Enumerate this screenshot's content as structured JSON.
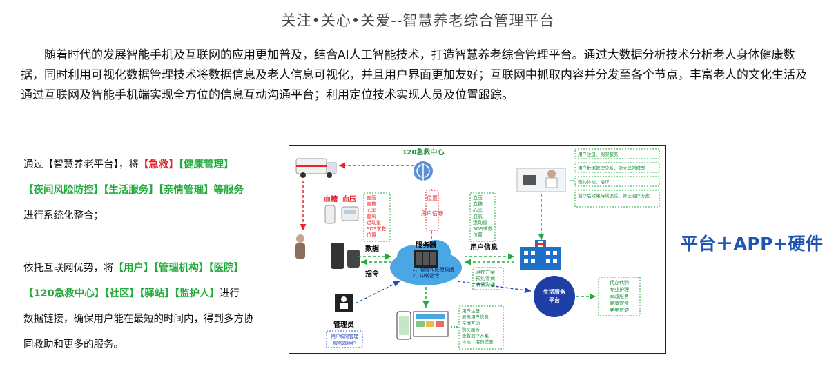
{
  "title": "关注•关心•关爱--智慧养老综合管理平台",
  "intro": "随着时代的发展智能手机及互联网的应用更加普及，结合AI人工智能技术，打造智慧养老综合管理平台。通过大数据分析技术分析老人身体健康数据，同时利用可视化数据管理技术将数据信息及老人信息可视化，并且用户界面更加友好；互联网中抓取内容并分发至各个节点，丰富老人的文化生活及通过互联网及智能手机端实现全方位的信息互动沟通平台；利用定位技术实现人员及位置跟踪。",
  "left_a": {
    "t1": "通过【智慧养老平台】，将",
    "r1": "【急救】",
    "g1": "【健康管理】",
    "g2": "【夜间风险防控】【生活服务】【亲情管理】等服务",
    "t2": "进行系统化整合；"
  },
  "left_b": {
    "t1": "依托互联网优势，将",
    "g1": "【用户】【管理机构】【医院】",
    "g2": "【120急救中心】【社区】【驿站】【监护人】",
    "t2": "进行",
    "t3": "数据链接，确保用户能在最短的时间内，得到多方协",
    "t4": "同救助和更多的服务。"
  },
  "slogan": "平台＋APP+硬件",
  "diagram": {
    "center120": "120急救中心",
    "blood_sugar": "血糖",
    "blood_pressure": "血压",
    "device_list": [
      "血压",
      "血糖",
      "心率",
      "血氧",
      "运动量",
      "SOS求救",
      "位置"
    ],
    "position_box": [
      "位置",
      "用户信息"
    ],
    "hospital_list": [
      "血压",
      "血糖",
      "心率",
      "血氧",
      "运动量",
      "SOS求救",
      "位置"
    ],
    "doctor_items": [
      "用户注册、购买服务",
      "用户数据管理分析，建立异常模型",
      "预约体检、治疗",
      "治疗后效果持续追踪、修正治疗方案"
    ],
    "data_label": "数据",
    "command_label": "指令",
    "server_label": "服务器",
    "server_items": [
      "1、管理和处理数据",
      "2、中转指令"
    ],
    "user_info_label": "用户信息",
    "treatment_items": [
      "治疗方案",
      "预约看病",
      "病情沟通"
    ],
    "life_service": [
      "生活服务",
      "平台"
    ],
    "life_items": [
      "代办代购",
      "专业护理",
      "家政服务",
      "健康饮食",
      "老年旅游"
    ],
    "admin_label": "管理员",
    "admin_items": [
      "用户权限管理",
      "服务器维护"
    ],
    "app_items": [
      "用户注册",
      "展示用户信息",
      "亲情互动",
      "购买服务",
      "查看治疗方案",
      "体检、用药提醒"
    ]
  }
}
